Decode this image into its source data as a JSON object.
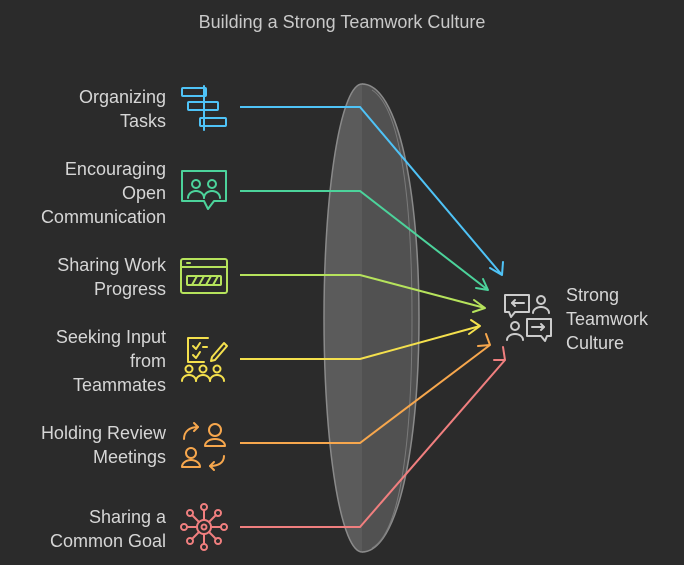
{
  "title": "Building a Strong Teamwork Culture",
  "inputs": [
    {
      "lines": [
        "Organizing",
        "Tasks"
      ],
      "color": "#4fc3f7",
      "icon": "task-board-icon"
    },
    {
      "lines": [
        "Encouraging",
        "Open",
        "Communication"
      ],
      "color": "#4cd39b",
      "icon": "chat-people-icon"
    },
    {
      "lines": [
        "Sharing Work",
        "Progress"
      ],
      "color": "#b6e35c",
      "icon": "progress-bar-icon"
    },
    {
      "lines": [
        "Seeking Input",
        "from",
        "Teammates"
      ],
      "color": "#f4e04d",
      "icon": "checklist-team-icon"
    },
    {
      "lines": [
        "Holding Review",
        "Meetings"
      ],
      "color": "#f7a74d",
      "icon": "review-exchange-icon"
    },
    {
      "lines": [
        "Sharing a",
        "Common Goal"
      ],
      "color": "#f07f7f",
      "icon": "goal-network-icon"
    }
  ],
  "output": {
    "lines": [
      "Strong",
      "Teamwork",
      "Culture"
    ],
    "color": "#cccccc",
    "icon": "team-conversation-icon"
  }
}
